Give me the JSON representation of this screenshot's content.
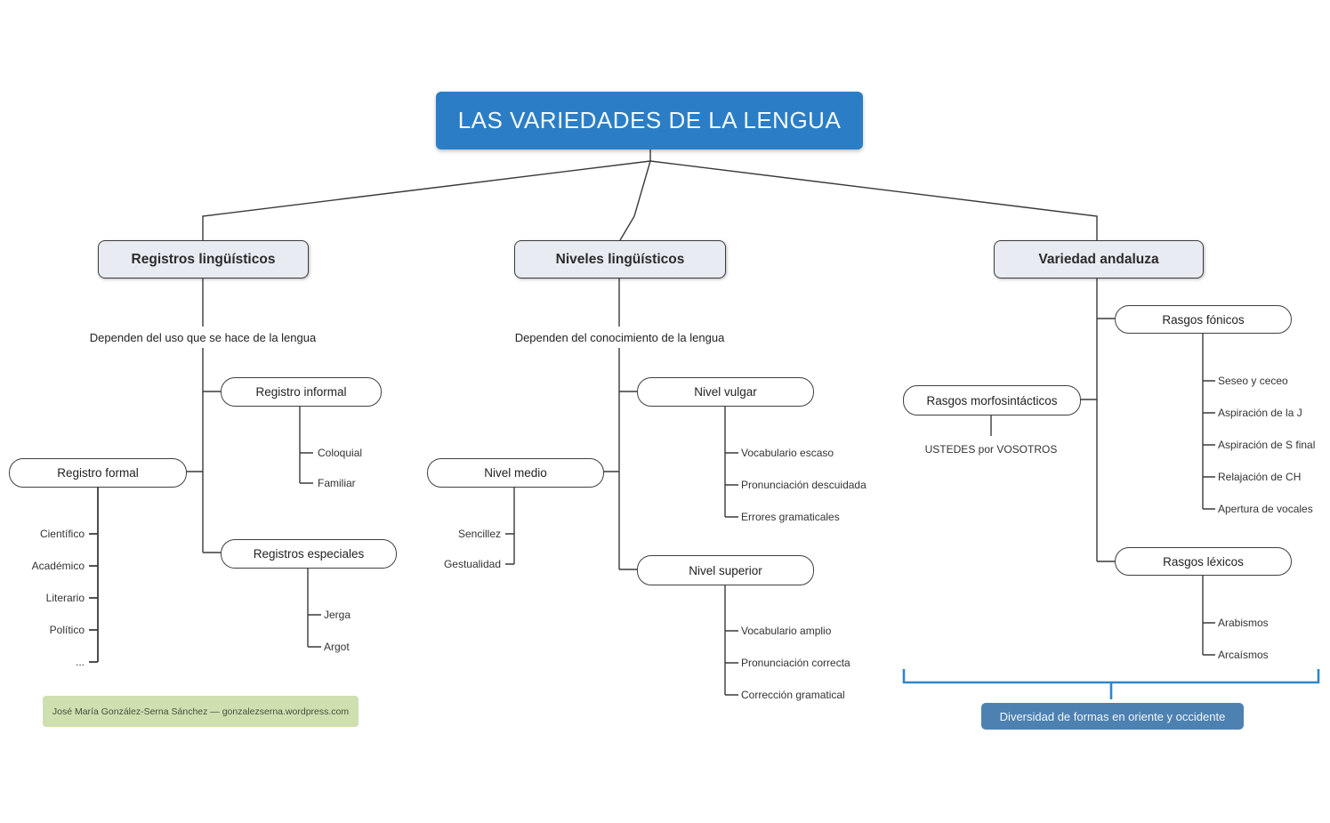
{
  "title": "LAS VARIEDADES DE LA LENGUA",
  "colors": {
    "title_bg": "#2b7ec5",
    "header_bg": "#e8ebf2",
    "banner_bg": "#4d81b1",
    "bracket_blue": "#2e87ca",
    "footer_bg": "#cfe0b0",
    "line": "#3a3a3a"
  },
  "branches": {
    "registros": {
      "header": "Registros lingüísticos",
      "note": "Dependen del uso que se hace de la lengua",
      "informal": {
        "label": "Registro informal",
        "children": [
          "Coloquial",
          "Familiar"
        ]
      },
      "formal": {
        "label": "Registro formal",
        "children": [
          "Científico",
          "Académico",
          "Literario",
          "Político",
          "..."
        ]
      },
      "especiales": {
        "label": "Registros especiales",
        "children": [
          "Jerga",
          "Argot"
        ]
      }
    },
    "niveles": {
      "header": "Niveles lingüísticos",
      "note": "Dependen del conocimiento de la lengua",
      "vulgar": {
        "label": "Nivel vulgar",
        "children": [
          "Vocabulario escaso",
          "Pronunciación descuidada",
          "Errores gramaticales"
        ]
      },
      "medio": {
        "label": "Nivel medio",
        "children": [
          "Sencillez",
          "Gestualidad"
        ]
      },
      "superior": {
        "label": "Nivel superior",
        "children": [
          "Vocabulario amplio",
          "Pronunciación correcta",
          "Corrección gramatical"
        ]
      }
    },
    "andaluza": {
      "header": "Variedad andaluza",
      "fonicos": {
        "label": "Rasgos fónicos",
        "children": [
          "Seseo y ceceo",
          "Aspiración de la J",
          "Aspiración de S final",
          "Relajación de CH",
          "Apertura de vocales"
        ]
      },
      "morfosintacticos": {
        "label": "Rasgos morfosintácticos",
        "children": [
          "USTEDES por VOSOTROS"
        ]
      },
      "lexicos": {
        "label": "Rasgos léxicos",
        "children": [
          "Arabismos",
          "Arcaísmos"
        ]
      },
      "banner": "Diversidad de formas en oriente y occidente"
    }
  },
  "footer": {
    "credit": "José María González-Serna Sánchez — gonzalezserna.wordpress.com"
  }
}
